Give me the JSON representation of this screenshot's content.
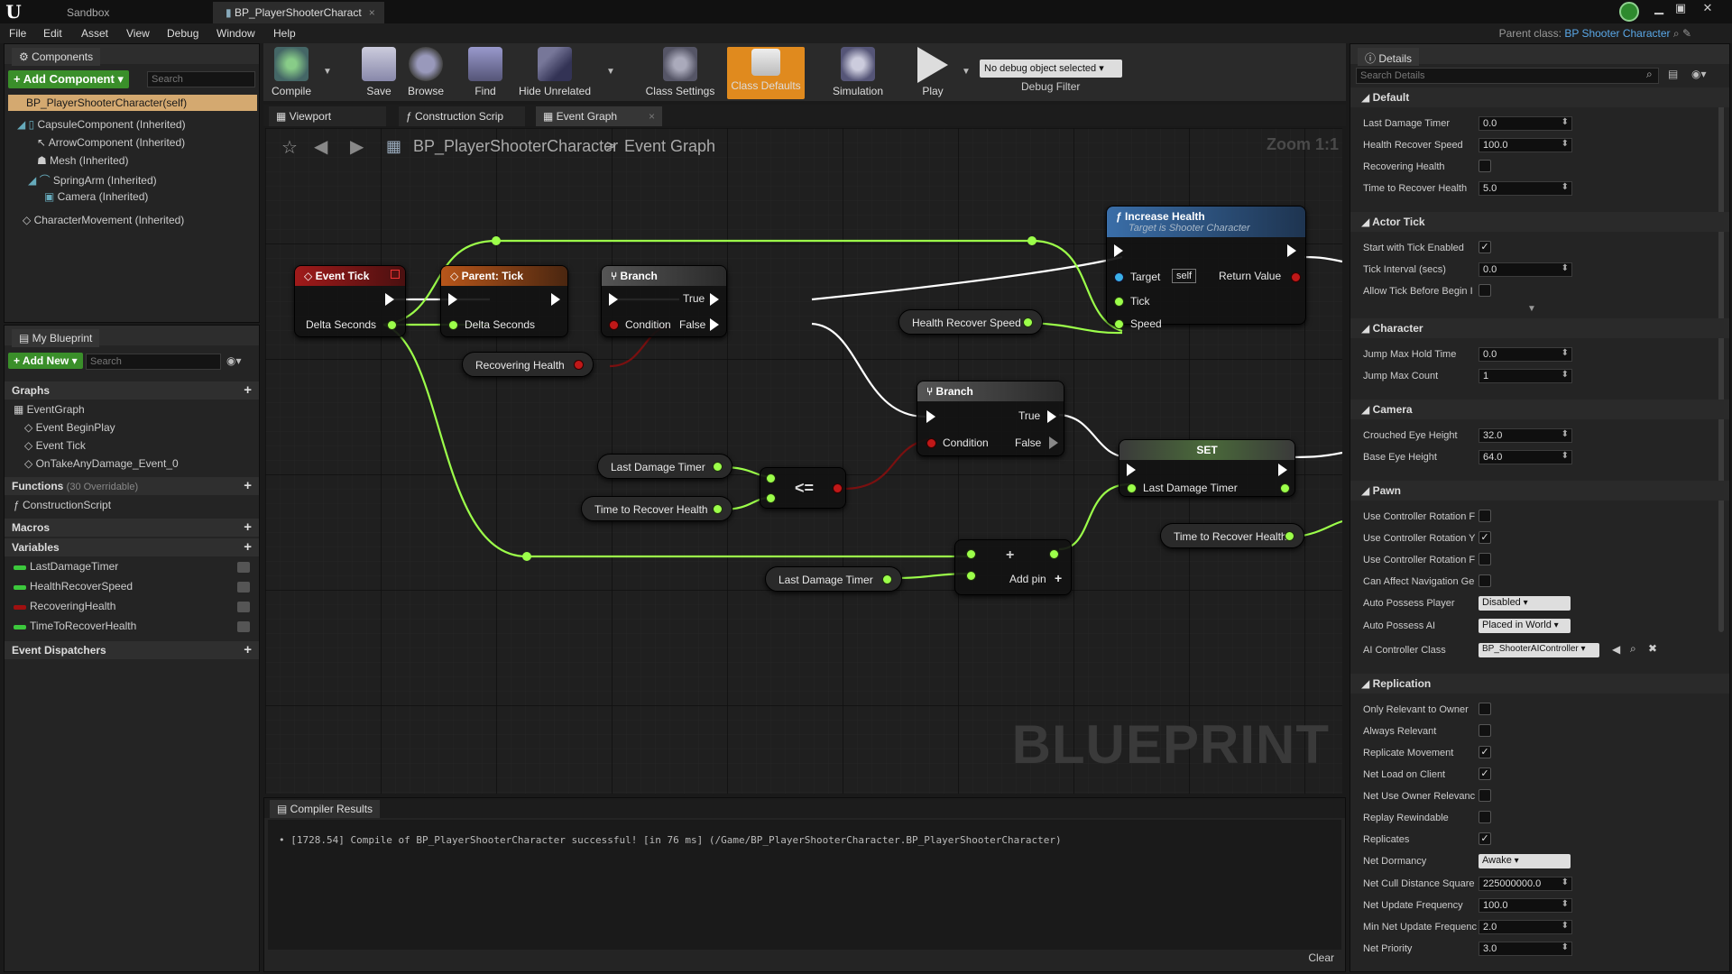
{
  "window": {
    "tabs": [
      "Sandbox",
      "BP_PlayerShooterCharact"
    ],
    "parent_class_label": "Parent class:",
    "parent_class_value": "BP Shooter Character"
  },
  "menu": [
    "File",
    "Edit",
    "Asset",
    "View",
    "Debug",
    "Window",
    "Help"
  ],
  "components": {
    "title": "Components",
    "add_label": "+ Add Component ▾",
    "search_placeholder": "Search",
    "root": "BP_PlayerShooterCharacter(self)",
    "items": [
      "CapsuleComponent (Inherited)",
      "ArrowComponent (Inherited)",
      "Mesh (Inherited)",
      "SpringArm (Inherited)",
      "Camera (Inherited)",
      "CharacterMovement (Inherited)"
    ]
  },
  "my_blueprint": {
    "title": "My Blueprint",
    "add_label": "+ Add New ▾",
    "search_placeholder": "Search",
    "graphs_label": "Graphs",
    "graphs": [
      "EventGraph",
      "Event BeginPlay",
      "Event Tick",
      "OnTakeAnyDamage_Event_0"
    ],
    "functions_label": "Functions",
    "functions_override": "(30 Overridable)",
    "functions": [
      "ConstructionScript"
    ],
    "macros_label": "Macros",
    "variables_label": "Variables",
    "variables": [
      {
        "name": "LastDamageTimer",
        "color": "#3cc83c"
      },
      {
        "name": "HealthRecoverSpeed",
        "color": "#3cc83c"
      },
      {
        "name": "RecoveringHealth",
        "color": "#a01010"
      },
      {
        "name": "TimeToRecoverHealth",
        "color": "#3cc83c"
      }
    ],
    "dispatchers_label": "Event Dispatchers"
  },
  "toolbar": {
    "buttons": [
      "Compile",
      "Save",
      "Browse",
      "Find",
      "Hide Unrelated",
      "Class Settings",
      "Class Defaults",
      "Simulation",
      "Play"
    ],
    "debug_select": "No debug object selected ▾",
    "debug_filter_label": "Debug Filter"
  },
  "editor_tabs": [
    "Viewport",
    "Construction Scrip",
    "Event Graph"
  ],
  "breadcrumb": {
    "bp": "BP_PlayerShooterCharacter",
    "graph": "Event Graph",
    "zoom": "Zoom 1:1"
  },
  "graph": {
    "watermark": "BLUEPRINT",
    "event_tick": {
      "title": "Event Tick",
      "pin": "Delta Seconds"
    },
    "parent_tick": {
      "title": "Parent: Tick",
      "pin": "Delta Seconds"
    },
    "branch1": {
      "title": "Branch",
      "cond": "Condition",
      "t": "True",
      "f": "False"
    },
    "branch2": {
      "title": "Branch",
      "cond": "Condition",
      "t": "True",
      "f": "False"
    },
    "recovering_health": "Recovering Health",
    "increase_health": {
      "title": "Increase Health",
      "subtitle": "Target is Shooter Character",
      "target": "Target",
      "self": "self",
      "tick": "Tick",
      "speed": "Speed",
      "ret": "Return Value"
    },
    "health_recover_speed": "Health Recover Speed",
    "last_damage_timer_1": "Last Damage Timer",
    "time_to_recover_1": "Time to Recover Health",
    "lte": "<=",
    "set": {
      "title": "SET",
      "pin": "Last Damage Timer"
    },
    "time_to_recover_2": "Time to Recover Health",
    "last_damage_timer_2": "Last Damage Timer",
    "add_pin": "Add pin"
  },
  "compiler": {
    "tab": "Compiler Results",
    "line": "[1728.54] Compile of BP_PlayerShooterCharacter successful! [in 76 ms] (/Game/BP_PlayerShooterCharacter.BP_PlayerShooterCharacter)",
    "clear": "Clear"
  },
  "details": {
    "title": "Details",
    "search_placeholder": "Search Details",
    "sections": {
      "default": "Default",
      "actor_tick": "Actor Tick",
      "character": "Character",
      "camera": "Camera",
      "pawn": "Pawn",
      "replication": "Replication"
    },
    "rows": {
      "last_damage_timer": {
        "label": "Last Damage Timer",
        "value": "0.0"
      },
      "health_recover_speed": {
        "label": "Health Recover Speed",
        "value": "100.0"
      },
      "recovering_health": {
        "label": "Recovering Health"
      },
      "time_to_recover": {
        "label": "Time to Recover Health",
        "value": "5.0"
      },
      "start_tick": {
        "label": "Start with Tick Enabled"
      },
      "tick_interval": {
        "label": "Tick Interval (secs)",
        "value": "0.0"
      },
      "allow_tick": {
        "label": "Allow Tick Before Begin I"
      },
      "jump_hold": {
        "label": "Jump Max Hold Time",
        "value": "0.0"
      },
      "jump_count": {
        "label": "Jump Max Count",
        "value": "1"
      },
      "crouched_eye": {
        "label": "Crouched Eye Height",
        "value": "32.0"
      },
      "base_eye": {
        "label": "Base Eye Height",
        "value": "64.0"
      },
      "ucr1": {
        "label": "Use Controller Rotation F"
      },
      "ucr2": {
        "label": "Use Controller Rotation Y"
      },
      "ucr3": {
        "label": "Use Controller Rotation F"
      },
      "can_affect": {
        "label": "Can Affect Navigation Ge"
      },
      "auto_possess_player": {
        "label": "Auto Possess Player",
        "value": "Disabled"
      },
      "auto_possess_ai": {
        "label": "Auto Possess AI",
        "value": "Placed in World"
      },
      "ai_controller": {
        "label": "AI Controller Class",
        "value": "BP_ShooterAIController"
      },
      "only_relevant": {
        "label": "Only Relevant to Owner"
      },
      "always_relevant": {
        "label": "Always Relevant"
      },
      "replicate_movement": {
        "label": "Replicate Movement"
      },
      "net_load": {
        "label": "Net Load on Client"
      },
      "net_use_owner": {
        "label": "Net Use Owner Relevanc"
      },
      "replay_rewindable": {
        "label": "Replay Rewindable"
      },
      "replicates": {
        "label": "Replicates"
      },
      "net_dormancy": {
        "label": "Net Dormancy",
        "value": "Awake"
      },
      "net_cull": {
        "label": "Net Cull Distance Square",
        "value": "225000000.0"
      },
      "net_update_freq": {
        "label": "Net Update Frequency",
        "value": "100.0"
      },
      "min_net_update": {
        "label": "Min Net Update Frequenc",
        "value": "2.0"
      },
      "net_priority": {
        "label": "Net Priority",
        "value": "3.0"
      }
    }
  }
}
